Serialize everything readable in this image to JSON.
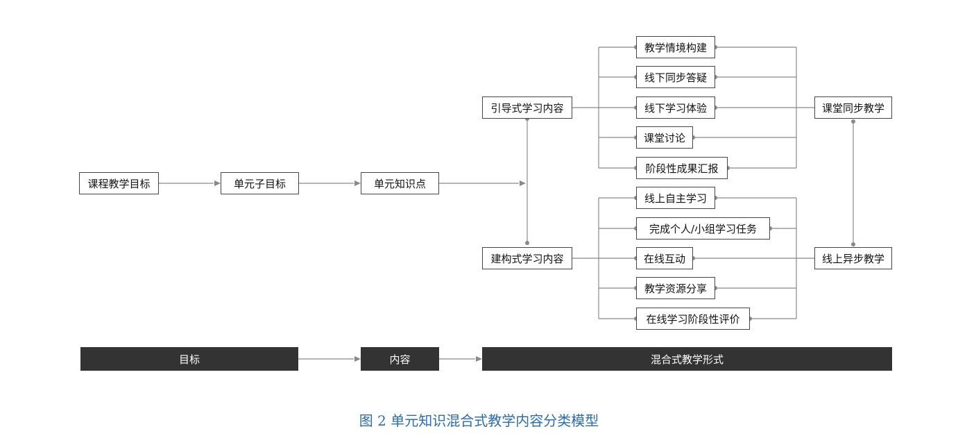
{
  "nodes": {
    "course_goal": "课程教学目标",
    "unit_subgoal": "单元子目标",
    "unit_knowledge": "单元知识点",
    "guided_content": "引导式学习内容",
    "constructive_content": "建构式学习内容",
    "sync_items": [
      "教学情境构建",
      "线下同步答疑",
      "线下学习体验",
      "课堂讨论",
      "阶段性成果汇报"
    ],
    "async_items": [
      "线上自主学习",
      "完成个人/小组学习任务",
      "在线互动",
      "教学资源分享",
      "在线学习阶段性评价"
    ],
    "classroom_sync": "课堂同步教学",
    "online_async": "线上异步教学"
  },
  "bars": {
    "goal": "目标",
    "content": "内容",
    "blended_form": "混合式教学形式"
  },
  "caption": "图 2 单元知识混合式教学内容分类模型",
  "colors": {
    "line": "#888888",
    "border": "#444444",
    "bar": "#333333",
    "caption": "#2b6cb0"
  }
}
